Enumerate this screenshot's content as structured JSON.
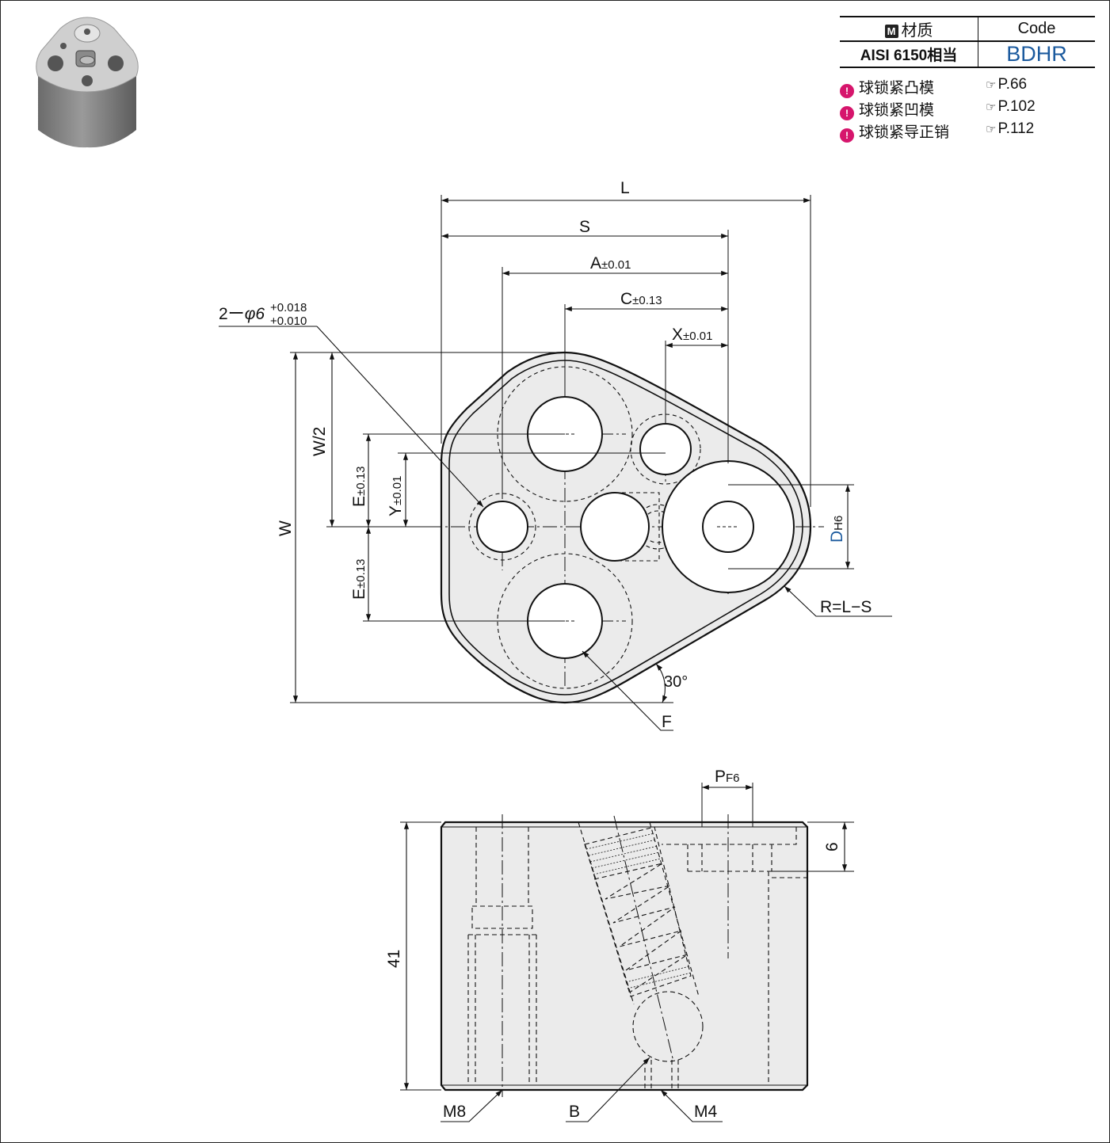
{
  "spec_table": {
    "material_header": "材质",
    "material_icon": "M",
    "code_header": "Code",
    "material_value": "AISI 6150相当",
    "code_value": "BDHR",
    "code_color": "#1b5a9e"
  },
  "related_parts": [
    {
      "label": "球锁紧凸模",
      "page": "P.66"
    },
    {
      "label": "球锁紧凹模",
      "page": "P.102"
    },
    {
      "label": "球锁紧导正销",
      "page": "P.112"
    }
  ],
  "top_view": {
    "dim_L": "L",
    "dim_S": "S",
    "dim_A": "A",
    "dim_A_tol": "±0.01",
    "dim_C": "C",
    "dim_C_tol": "±0.13",
    "dim_X": "X",
    "dim_X_tol": "±0.01",
    "pin_callout": "2ー",
    "pin_dia": "φ6",
    "pin_tol_upper": "+0.018",
    "pin_tol_lower": "+0.010",
    "dim_W": "W",
    "dim_W2": "W/2",
    "dim_E": "E",
    "dim_E_tol": "±0.13",
    "dim_Y": "Y",
    "dim_Y_tol": "±0.01",
    "dim_D": "D",
    "dim_D_tol": "H6",
    "dim_D_color": "#1b5a9e",
    "radius_note": "R=L−S",
    "angle": "30°",
    "label_F": "F"
  },
  "side_view": {
    "dim_P": "P",
    "dim_P_tol": "F6",
    "dim_6": "6",
    "dim_41": "41",
    "label_M8": "M8",
    "label_B": "B",
    "label_M4": "M4"
  }
}
